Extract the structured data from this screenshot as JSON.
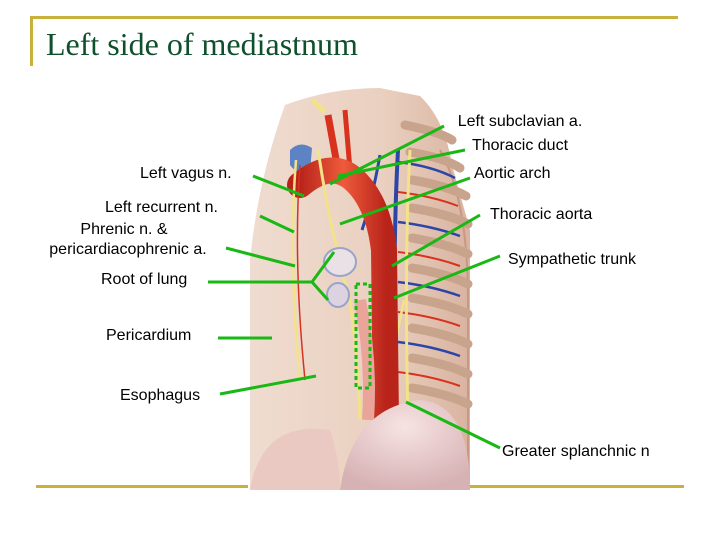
{
  "slide": {
    "title": "Left side of mediastnum"
  },
  "labels": {
    "left_subclavian": "Left subclavian a.",
    "thoracic_duct": "Thoracic duct",
    "aortic_arch": "Aortic arch",
    "left_vagus": "Left vagus n.",
    "left_recurrent": "Left recurrent n.",
    "phrenic_1": "Phrenic n. &",
    "phrenic_2": "pericardiacophrenic a.",
    "thoracic_aorta": "Thoracic aorta",
    "sympathetic_trunk": "Sympathetic trunk",
    "root_of_lung": "Root of lung",
    "pericardium": "Pericardium",
    "esophagus": "Esophagus",
    "greater_splanchnic": "Greater splanchnic n"
  },
  "colors": {
    "accent_rule": "#c9b23c",
    "title": "#0e4f2c",
    "pointer": "#19b814",
    "artery": "#d8321f",
    "vein": "#2c46a8",
    "tissue": "#ead3c4",
    "nerve": "#f2e38a"
  }
}
